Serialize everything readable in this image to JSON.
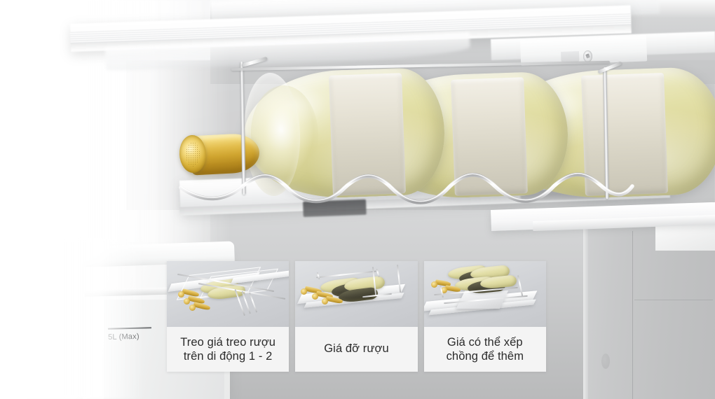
{
  "scene": {
    "kind": "refrigerator-wine-rack-product-photo",
    "alt": "Ngăn tủ lạnh với giá treo rượu chứa ba chai rượu vang trắng nằm ngang",
    "drawer_label": "5L (Max)"
  },
  "feature_panels": [
    {
      "id": "panel-hanging-rack",
      "caption_lines": [
        "Treo giá treo rượu",
        "trên di động 1 - 2"
      ],
      "thumb": "wine-rack-mounted-on-sliding-shelf"
    },
    {
      "id": "panel-wine-holder",
      "caption_lines": [
        "Giá đỡ rượu"
      ],
      "thumb": "wine-bottle-holder-on-shelf"
    },
    {
      "id": "panel-stackable",
      "caption_lines": [
        "Giá có thể xếp",
        "chồng để thêm"
      ],
      "thumb": "stackable-wine-rack-over-container"
    }
  ],
  "bottles": [
    {
      "id": "bottle-left",
      "cap": "gold-foil-capsule",
      "contents": "white-wine"
    },
    {
      "id": "bottle-center",
      "cap": "gold-foil-capsule",
      "contents": "white-wine"
    },
    {
      "id": "bottle-right",
      "cap": "gold-foil-capsule",
      "contents": "white-wine"
    }
  ],
  "palette": {
    "panel_caption_bg": "#f4f4f4",
    "panel_image_bg": "#d7d9dc",
    "caption_text": "#2b2b2b",
    "wine_gold": "#d8b045",
    "wine_glass": "#dcd79a",
    "fridge_white": "#ffffff",
    "fridge_grey": "#c4c5c6"
  }
}
